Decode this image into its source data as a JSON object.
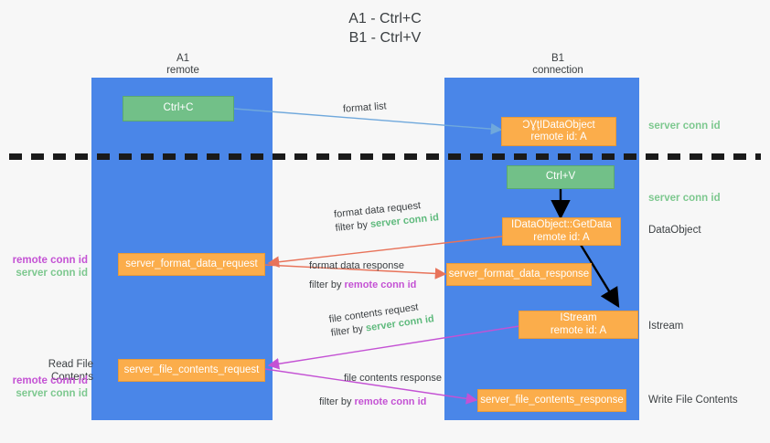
{
  "title": "A1 - Ctrl+C\nB1 - Ctrl+V",
  "columns": {
    "a1": "A1\nremote",
    "b1": "B1\nconnection"
  },
  "nodes": {
    "ctrl_c": "Ctrl+C",
    "idataobject_top": "ƆƔţIDataObject\nremote id: A",
    "ctrl_v": "Ctrl+V",
    "getdata": "IDataObject::GetData\nremote id: A",
    "format_data_request": "server_format_data_request",
    "format_data_response": "server_format_data_response",
    "istream": "IStream\nremote id: A",
    "file_contents_request": "server_file_contents_request",
    "file_contents_response": "server_file_contents_response"
  },
  "annotations": {
    "server_conn_id_1": "server conn id",
    "server_conn_id_2": "server conn id",
    "data_object": "DataObject",
    "istream": "Istream",
    "write_file_contents": "Write File Contents",
    "read_file_contents": "Read File Contents",
    "remote_conn_id": "remote conn id",
    "server_conn_id": "server conn id"
  },
  "edges": {
    "format_list": "format list",
    "format_data_request": "format data request",
    "format_data_request_filter_prefix": "filter by ",
    "format_data_request_filter_value": "server conn id",
    "format_data_response": "format data response",
    "format_data_response_filter_prefix": "filter by ",
    "format_data_response_filter_value": "remote conn id",
    "file_contents_request": "file contents request",
    "file_contents_request_filter_prefix": "filter by ",
    "file_contents_request_filter_value": "server conn id",
    "file_contents_response": "file contents response",
    "file_contents_response_filter_prefix": "filter by ",
    "file_contents_response_filter_value": "remote conn id"
  },
  "colors": {
    "lane": "#4a86e8",
    "green_node": "#72c088",
    "orange_node": "#fbad4b",
    "red_arrow": "#e8735a",
    "magenta_arrow": "#c452d4",
    "blue_arrow": "#6fa8dc",
    "black_arrow": "#000000",
    "green_text": "#5fba7d",
    "purple_text": "#c452d4"
  }
}
